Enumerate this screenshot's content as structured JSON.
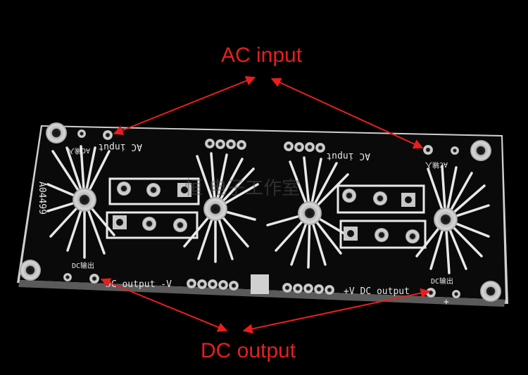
{
  "labels": {
    "ac_input": "AC input",
    "dc_output": "DC output"
  },
  "board_text": {
    "ac_left": "AC input",
    "ac_left_cn": "AC输入",
    "ac_right": "AC input",
    "ac_right_cn": "AC输入",
    "dc_left_cn": "DC输出",
    "dc_left": "DC output -V",
    "dc_right_cn": "DC输出",
    "dc_right": "+V DC output",
    "part_number": "A04499",
    "plus_sign": "+",
    "watermark": "恒 电子工作室"
  },
  "colors": {
    "background": "#000000",
    "board": "#0a0a0a",
    "silkscreen": "#e8e8e8",
    "annotation": "#e81e1e"
  }
}
